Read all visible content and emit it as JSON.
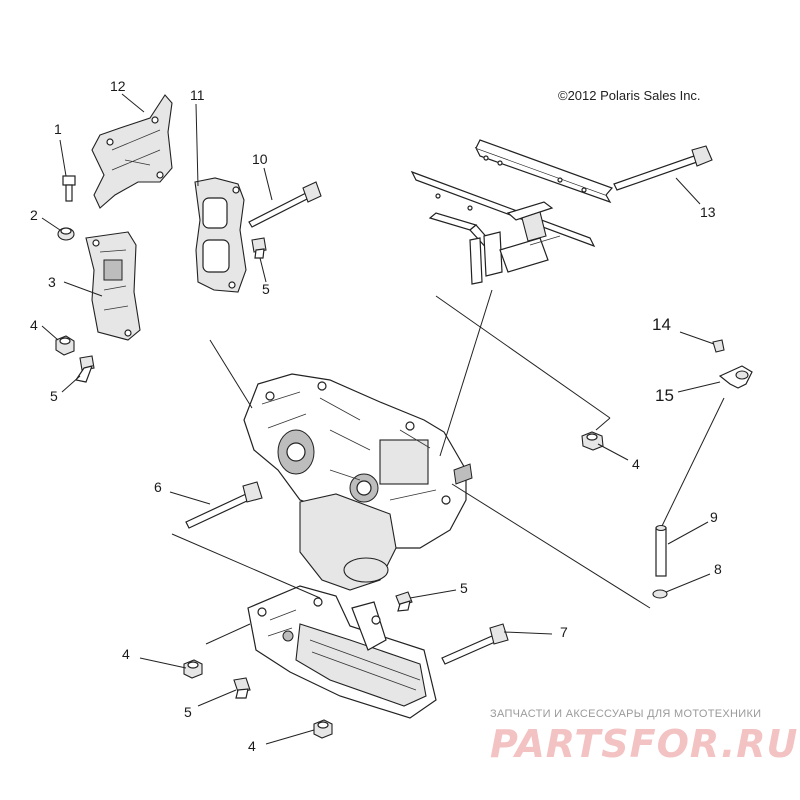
{
  "copyright": "©2012 Polaris Sales Inc.",
  "watermark": {
    "subtitle": "ЗАПЧАСТИ И АКСЕССУАРЫ ДЛЯ МОТОТЕХНИКИ",
    "brand": "PARTSFOR.RU"
  },
  "callouts": {
    "c1": "1",
    "c2": "2",
    "c3": "3",
    "c4a": "4",
    "c5a": "5",
    "c12": "12",
    "c11": "11",
    "c10": "10",
    "c5b": "5",
    "c13": "13",
    "c14": "14",
    "c15": "15",
    "c4b": "4",
    "c6": "6",
    "c9": "9",
    "c8": "8",
    "c5c": "5",
    "c7": "7",
    "c4c": "4",
    "c5d": "5",
    "c4d": "4"
  }
}
